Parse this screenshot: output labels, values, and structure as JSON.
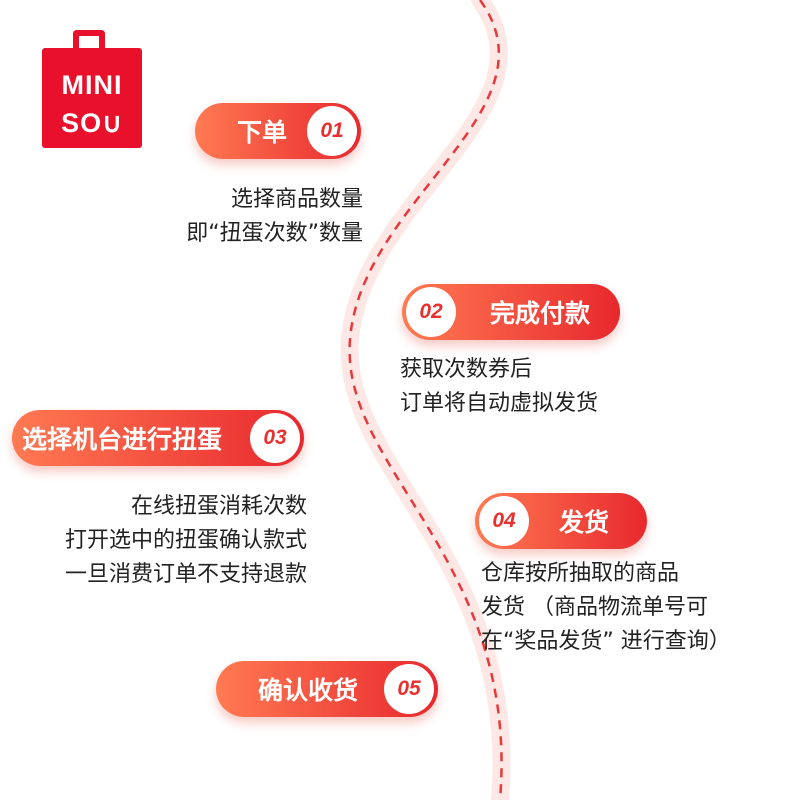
{
  "brand": {
    "logo_line1": "MINI",
    "logo_line2": "SO∪",
    "color": "#e8102b"
  },
  "theme": {
    "pill_start": "#ff7a52",
    "pill_end": "#e8282e",
    "path_color": "#e9383c",
    "path_glow": "#fde8e6",
    "badge_text": "#e8302f"
  },
  "steps": [
    {
      "num": "01",
      "title": "下单",
      "desc": [
        "选择商品数量",
        "即“扭蛋次数”数量"
      ]
    },
    {
      "num": "02",
      "title": "完成付款",
      "desc": [
        "获取次数券后",
        "订单将自动虚拟发货"
      ]
    },
    {
      "num": "03",
      "title": "选择机台进行扭蛋",
      "desc": [
        "在线扭蛋消耗次数",
        "打开选中的扭蛋确认款式",
        "一旦消费订单不支持退款"
      ]
    },
    {
      "num": "04",
      "title": "发货",
      "desc": [
        "仓库按所抽取的商品",
        "发货 （商品物流单号可",
        "在“奖品发货” 进行查询）"
      ]
    },
    {
      "num": "05",
      "title": "确认收货",
      "desc": []
    }
  ]
}
